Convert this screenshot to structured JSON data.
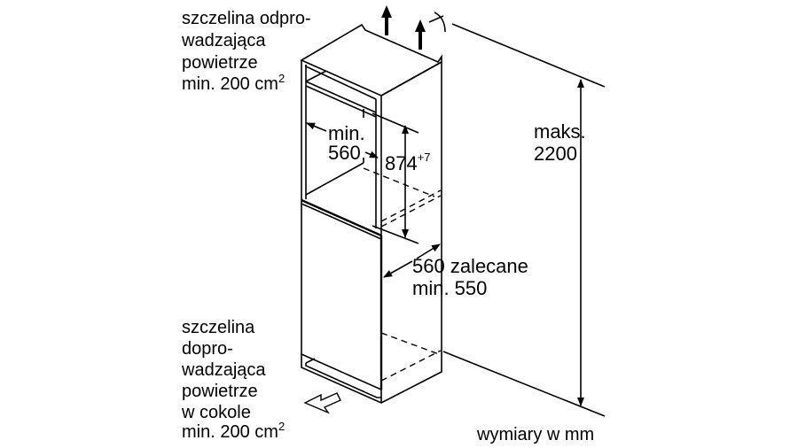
{
  "top_label": {
    "lines": [
      "szczelina odpro-",
      "wadzająca",
      "powietrze",
      "min. 200 cm"
    ],
    "sup": "2"
  },
  "bottom_label": {
    "lines": [
      "szczelina",
      "dopro-",
      "wadzająca",
      "powietrze",
      "w cokole",
      "min. 200 cm"
    ],
    "sup": "2"
  },
  "niche_width": {
    "line1": "min.",
    "line2": "560"
  },
  "niche_height": {
    "value": "874",
    "tolerance": "+7"
  },
  "depth": {
    "line1": "560 zalecane",
    "line2": "min. 550"
  },
  "total_height": {
    "line1": "maks.",
    "line2": "2200"
  },
  "units_note": "wymiary w mm"
}
